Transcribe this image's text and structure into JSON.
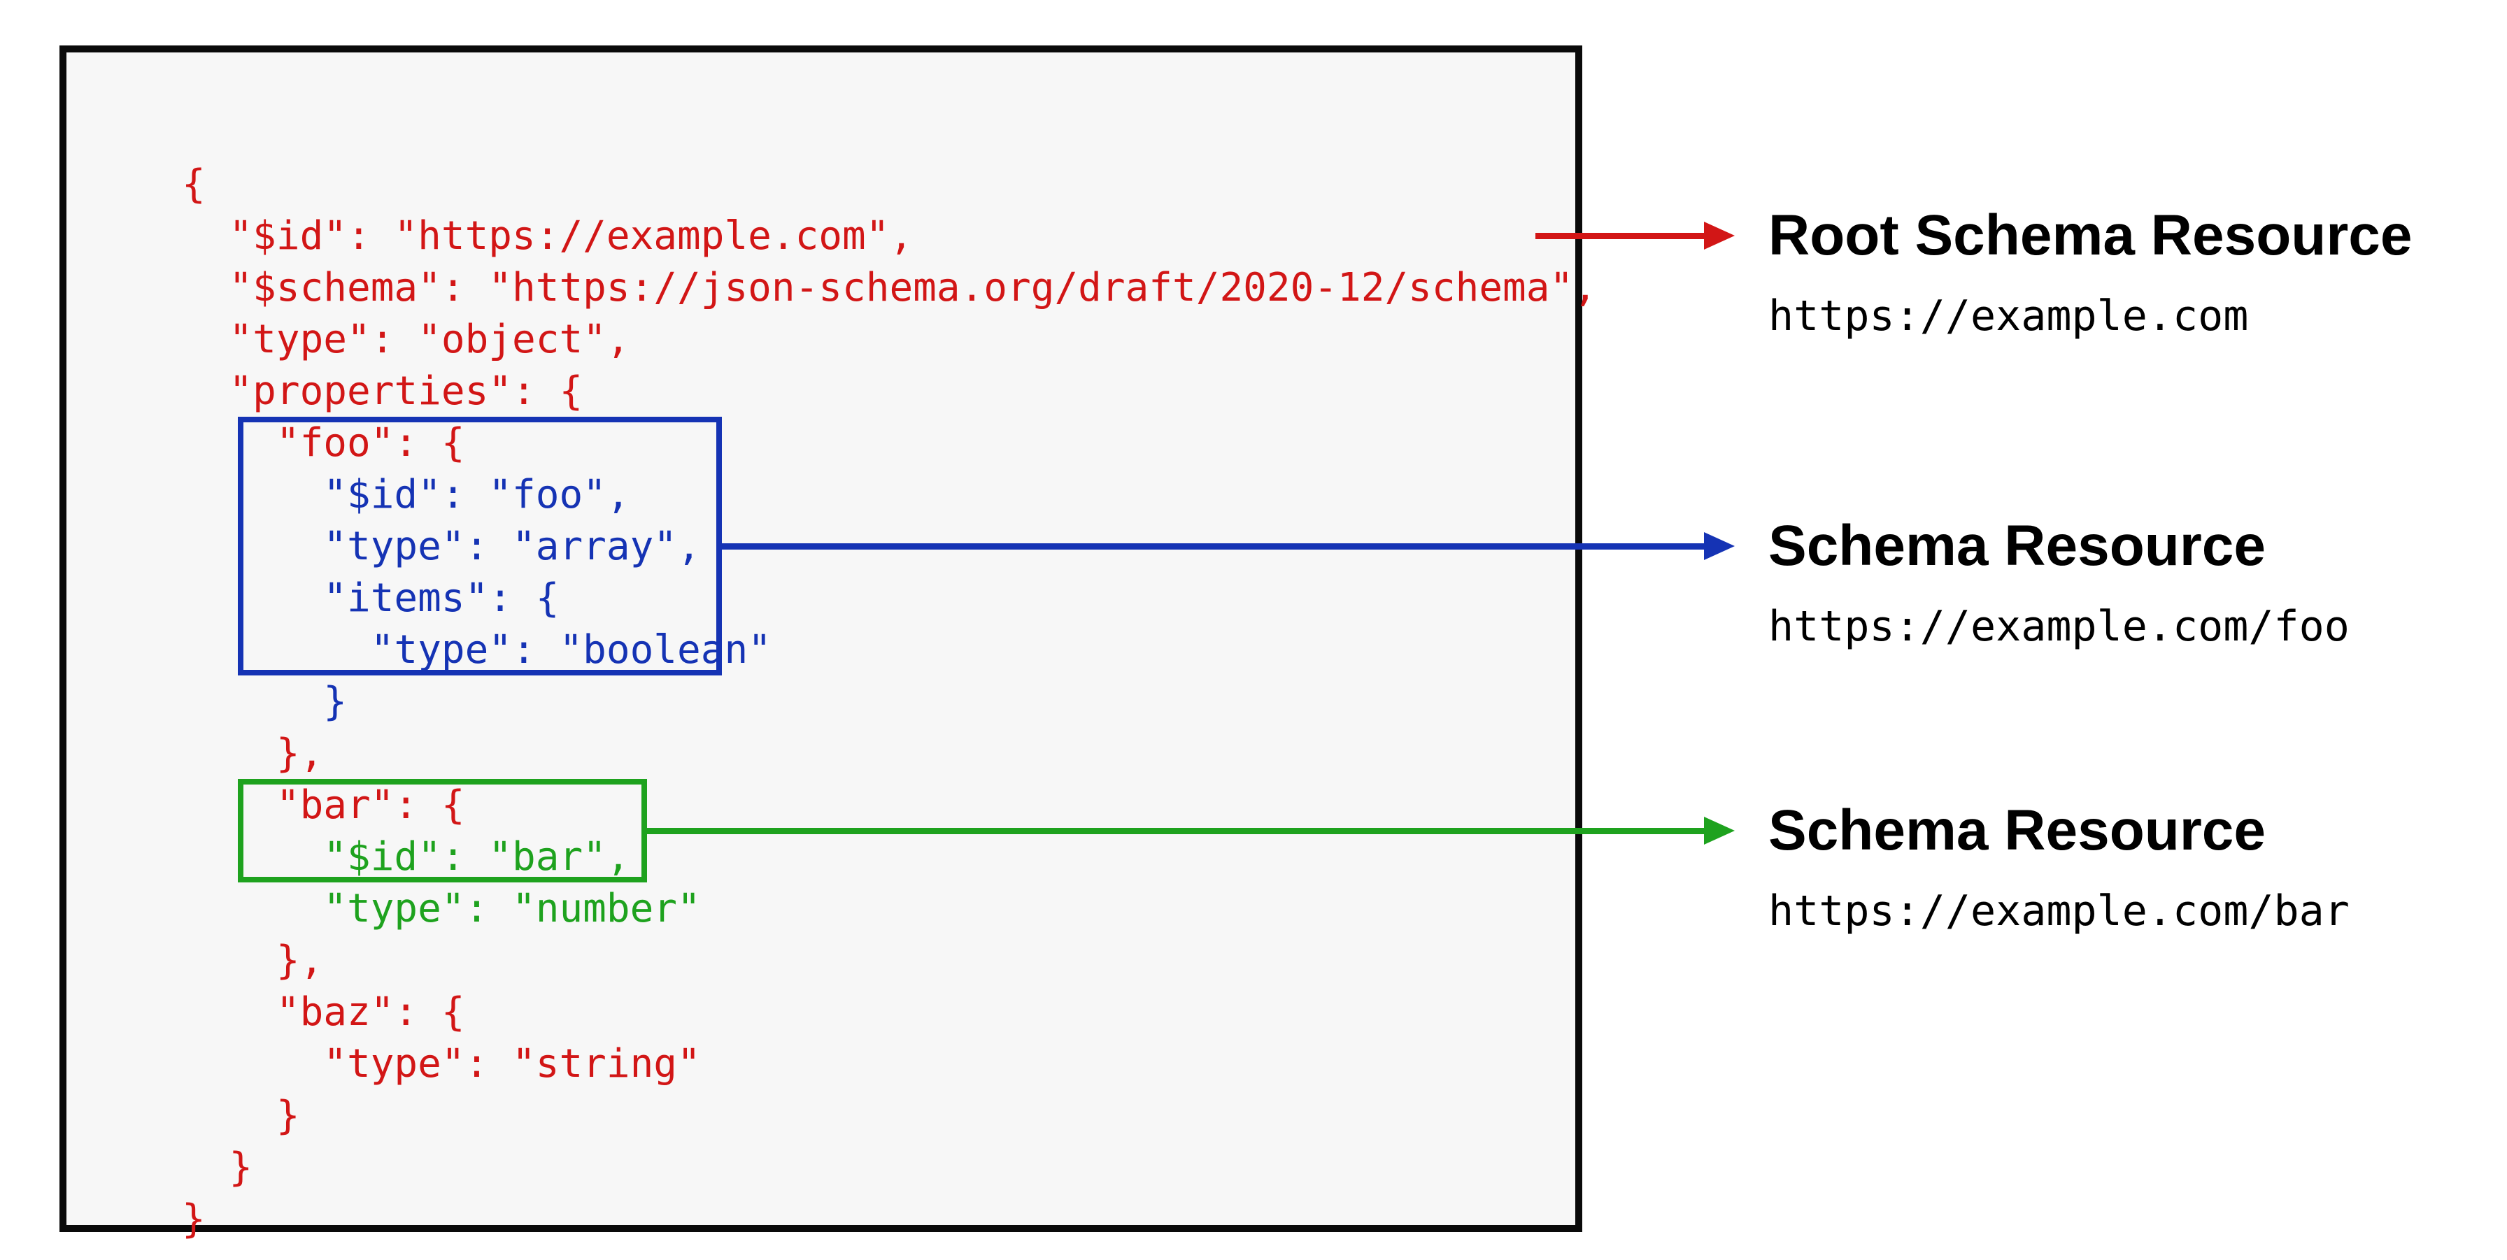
{
  "colors": {
    "red": "#d21616",
    "blue": "#1533b4",
    "green": "#1ea21e",
    "box-bg": "#f7f7f7",
    "box-border": "#0a0a0a",
    "label": "#000000"
  },
  "code": {
    "lines": [
      {
        "text": "{",
        "color": "red"
      },
      {
        "text": "  \"$id\": \"https://example.com\",",
        "color": "red"
      },
      {
        "text": "  \"$schema\": \"https://json-schema.org/draft/2020-12/schema\",",
        "color": "red"
      },
      {
        "text": "  \"type\": \"object\",",
        "color": "red"
      },
      {
        "text": "  \"properties\": {",
        "color": "red"
      },
      {
        "text": "    \"foo\": {",
        "color": "red"
      },
      {
        "text": "      \"$id\": \"foo\",",
        "color": "blue"
      },
      {
        "text": "      \"type\": \"array\",",
        "color": "blue"
      },
      {
        "text": "      \"items\": {",
        "color": "blue"
      },
      {
        "text": "        \"type\": \"boolean\"",
        "color": "blue"
      },
      {
        "text": "      }",
        "color": "blue"
      },
      {
        "text": "    },",
        "color": "red"
      },
      {
        "text": "    \"bar\": {",
        "color": "red"
      },
      {
        "text": "      \"$id\": \"bar\",",
        "color": "green"
      },
      {
        "text": "      \"type\": \"number\"",
        "color": "green"
      },
      {
        "text": "    },",
        "color": "red"
      },
      {
        "text": "    \"baz\": {",
        "color": "red"
      },
      {
        "text": "      \"type\": \"string\"",
        "color": "red"
      },
      {
        "text": "    }",
        "color": "red"
      },
      {
        "text": "  }",
        "color": "red"
      },
      {
        "text": "}",
        "color": "red"
      }
    ]
  },
  "annotations": [
    {
      "title": "Root Schema Resource",
      "url": "https://example.com",
      "color": "red"
    },
    {
      "title": "Schema Resource",
      "url": "https://example.com/foo",
      "color": "blue"
    },
    {
      "title": "Schema Resource",
      "url": "https://example.com/bar",
      "color": "green"
    }
  ]
}
